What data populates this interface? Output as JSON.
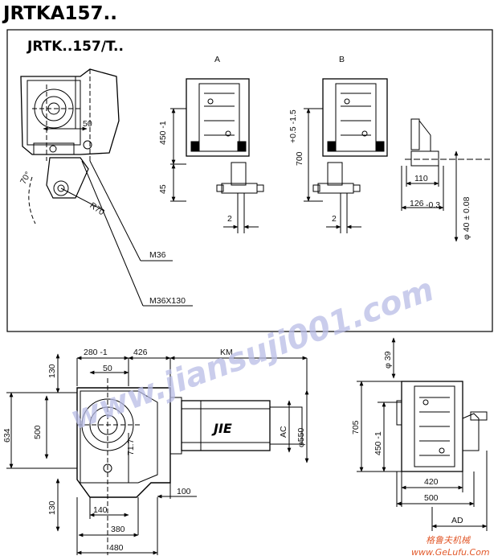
{
  "page_title": "JRTKA157..",
  "panel_title": "JRTK..157/T..",
  "views": {
    "a": "A",
    "b": "B"
  },
  "upper": {
    "d50": "50",
    "angle": "70°",
    "r70": "R70",
    "m36": "M36",
    "m36x130": "M36X130",
    "a_450": "450 -1",
    "a_45": "45",
    "a_2": "2",
    "b_700": "700",
    "b_700_tol": "+0.5 -1.5",
    "b_2": "2",
    "s_110": "110",
    "s_126": "126",
    "s_126_tol": "-0.3",
    "s_phi40": "φ 40 ± 0.08"
  },
  "lower": {
    "d280": "280 -1",
    "d426": "426",
    "km": "KM",
    "d130a": "130",
    "d50": "50",
    "d634": "634",
    "d500": "500",
    "d71_7": "71.7",
    "d130b": "130",
    "d140": "140",
    "d100": "100",
    "d380": "380",
    "d480": "480",
    "ac": "AC",
    "phi550": "φ550",
    "motor_label": "JIE",
    "phi39": "φ 39",
    "d705": "705",
    "d450": "450 -1",
    "d420": "420",
    "d500r": "500",
    "ad": "AD"
  },
  "watermark": "www.jiansuji001.com",
  "footer": {
    "cn": "格鲁夫机械",
    "url": "www.GeLufu.Com"
  }
}
